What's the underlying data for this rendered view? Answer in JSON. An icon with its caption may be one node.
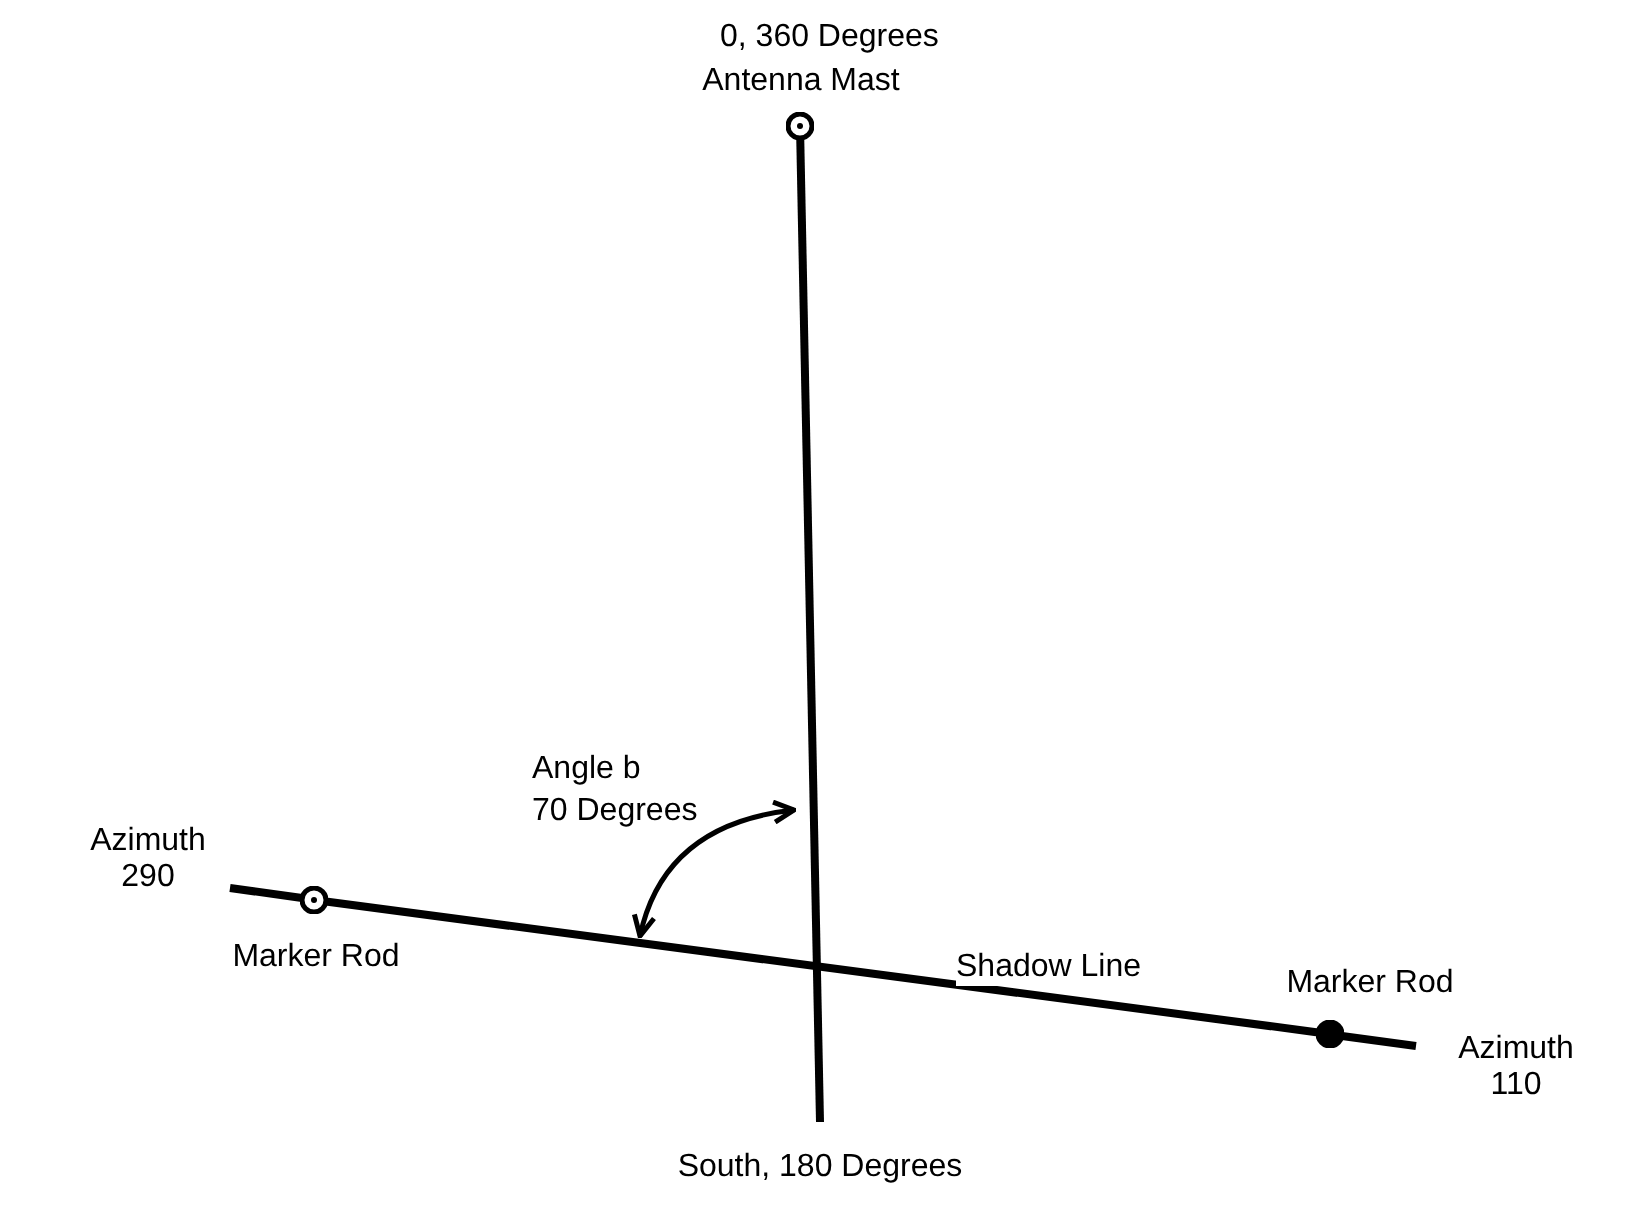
{
  "diagram": {
    "nodes": [
      {
        "text": [],
        "shape": "circle",
        "beside": [
          "0, 360 Degrees",
          "Antenna Mast"
        ]
      },
      {
        "text": [
          "South, 180 Degrees"
        ]
      },
      {
        "text": [],
        "shape": "circle",
        "beside": [
          "Marker Rod"
        ]
      },
      {
        "text": [],
        "shape": "circle",
        "beside": [
          "Marker Rod"
        ]
      }
    ],
    "edges": [
      {
        "from": 0,
        "to": 1,
        "arrow": "none"
      },
      {
        "from": 2,
        "to": 3,
        "arrow": "none",
        "label": "Shadow Line"
      }
    ],
    "labels": [
      "Angle b",
      "70 Degrees",
      "Azimuth 290",
      "Azimuth 110"
    ]
  }
}
